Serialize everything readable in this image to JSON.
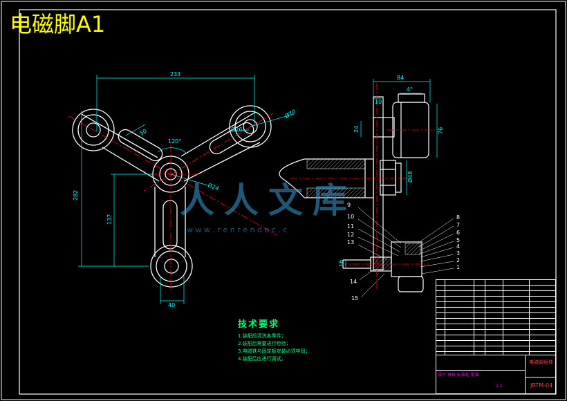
{
  "title": "电磁脚A1",
  "dimensions": {
    "width_top": "233",
    "height_left": "282",
    "height_mid": "137",
    "width_bottom": "40",
    "slot_width": "50",
    "angle": "120°",
    "dia_right": "Ø70",
    "dia_mid_right": "Ø26",
    "dia_center": "Ø24",
    "side_top": "84",
    "side_angle": "4°",
    "side_left": "24",
    "side_right": "76",
    "side_thread": "Ø48",
    "side_top_small": "10",
    "side_bottom_left": "16"
  },
  "part_numbers_left": [
    "9",
    "10",
    "11",
    "12",
    "13",
    "14",
    "15"
  ],
  "part_numbers_right": [
    "8",
    "7",
    "6",
    "5",
    "4",
    "3",
    "2",
    "1"
  ],
  "watermark": {
    "brand": "人人文库",
    "url": "w w w . r e n r e n d o c . c"
  },
  "tech_requirements": {
    "heading": "技术要求",
    "items": [
      "1.装配前清洗各零件；",
      "2.装配后需要进行检验；",
      "3.电磁铁与固定板安装必须牢固；",
      "4.装配后应进行调试。"
    ]
  },
  "title_block": {
    "drawing_name": "电磁脚组件",
    "drawing_code": "JRTM-04",
    "scale_label": "1:1",
    "designer_row": "设计 审核 标准化 批准"
  },
  "colors": {
    "background": "#000000",
    "frame": "#ffffff",
    "geometry": "#ffffff",
    "dimension": "#00ffff",
    "centerline": "#ff0000",
    "title": "#ffff00",
    "tech_text": "#00ff80",
    "title_block_accent": "#ff00ff",
    "watermark": "#3aa0d8"
  }
}
